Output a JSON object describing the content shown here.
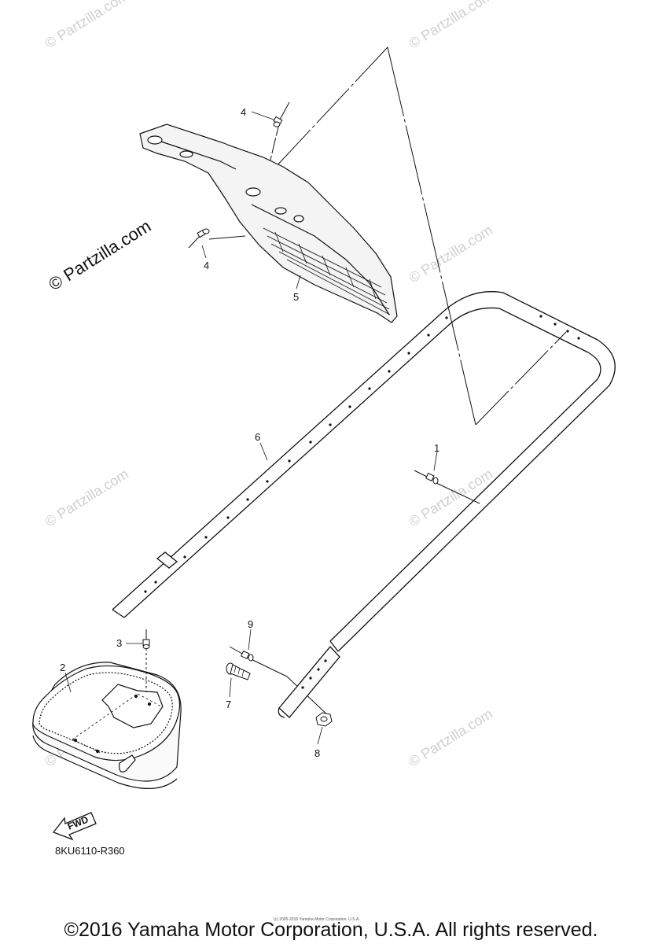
{
  "watermark": "© Partzilla.com",
  "callouts": {
    "p1": "1",
    "p2": "2",
    "p3": "3",
    "p4a": "4",
    "p4b": "4",
    "p5": "5",
    "p6": "6",
    "p7": "7",
    "p8": "8",
    "p9": "9"
  },
  "fwd_label": "FWD",
  "diagram_code": "8KU6110-R360",
  "small_copyright": "(c) 2005-2016 Yamaha Motor Corporation, U.S.A.",
  "copyright": "©2016 Yamaha Motor Corporation, U.S.A. All rights reserved."
}
